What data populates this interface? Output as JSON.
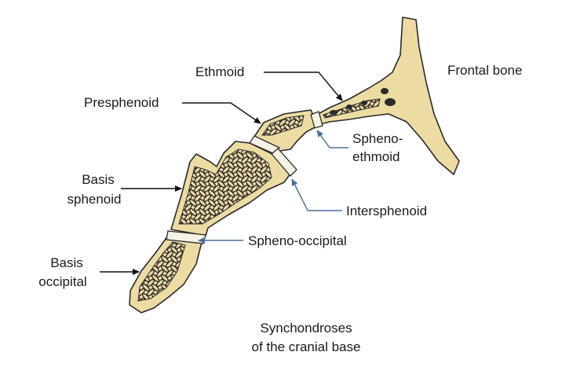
{
  "labels": {
    "ethmoid": "Ethmoid",
    "frontal_bone": "Frontal bone",
    "presphenoid": "Presphenoid",
    "spheno_ethmoid_1": "Spheno-",
    "spheno_ethmoid_2": "ethmoid",
    "basis_sphenoid_1": "Basis",
    "basis_sphenoid_2": "sphenoid",
    "intersphenoid": "Intersphenoid",
    "spheno_occipital": "Spheno-occipital",
    "basis_occipital_1": "Basis",
    "basis_occipital_2": "occipital",
    "caption_1": "Synchondroses",
    "caption_2": "of the cranial base"
  },
  "colors": {
    "bone": "#ecdca4",
    "outline": "#2a2a2a",
    "cartilage": "#f6f2e4",
    "leader_black": "#111111",
    "leader_blue": "#4a7098"
  }
}
